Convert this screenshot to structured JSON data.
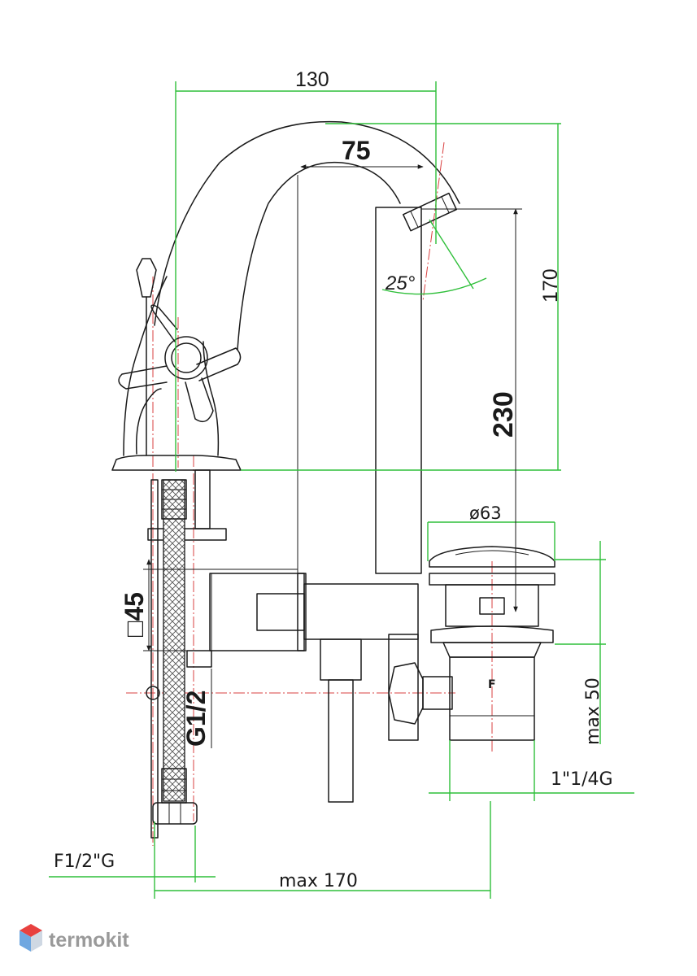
{
  "dimensions": {
    "overall_reach": "130",
    "spout_reach": "75",
    "spout_height": "170",
    "tap_height": "230",
    "aerator_angle": "25°",
    "waste_diameter": "ø63",
    "base_square": "□45",
    "shank_thread": "G1/2",
    "drain_max": "max 50",
    "drain_thread": "1\"1/4G",
    "hose_thread": "F1/2\"G",
    "max_spread": "max 170"
  },
  "part_marks": {
    "waste_body": "F"
  },
  "colors": {
    "lines": "#1a1a1a",
    "dimension_lines": "#2fbf3a",
    "centre_lines": "#d94040",
    "logo_red": "#e8413f",
    "logo_blue": "#6fa7e0",
    "brand_text": "#9a9a9a"
  },
  "brand": {
    "name": "termokit",
    "logo_icon": "hexagon-cube-icon"
  }
}
